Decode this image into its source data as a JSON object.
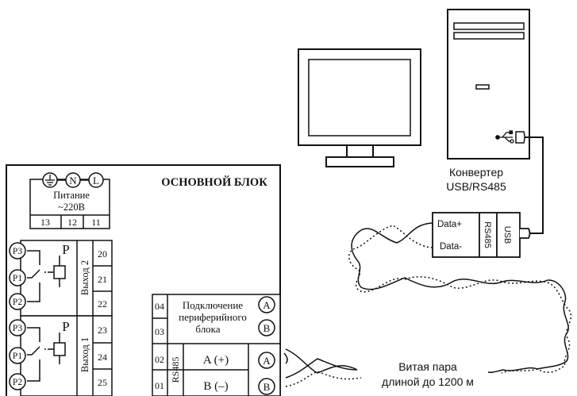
{
  "main_block": {
    "title": "ОСНОВНОЙ БЛОК",
    "power": {
      "terminal_n": "N",
      "terminal_l": "L",
      "label_line1": "Питание",
      "label_line2": "~220В",
      "pins": [
        "13",
        "12",
        "11"
      ]
    },
    "output2": {
      "label": "Выход 2",
      "relay": "P",
      "contacts": [
        "P3",
        "P1",
        "P2"
      ],
      "pins": [
        "20",
        "21",
        "22"
      ]
    },
    "output1": {
      "label": "Выход 1",
      "relay": "P",
      "contacts": [
        "P3",
        "P1",
        "P2"
      ],
      "pins": [
        "23",
        "24",
        "25"
      ]
    },
    "peripheral": {
      "label_line1": "Подключение",
      "label_line2": "периферийного",
      "label_line3": "блока",
      "pins": [
        "04",
        "03"
      ],
      "terminals": [
        "A",
        "B"
      ]
    },
    "rs485": {
      "label": "RS485",
      "pins": [
        "02",
        "01"
      ],
      "signals": [
        "A (+)",
        "B (–)"
      ],
      "terminals": [
        "A",
        "B"
      ]
    }
  },
  "converter": {
    "caption_line1": "Конвертер",
    "caption_line2": "USB/RS485",
    "data_plus": "Data+",
    "data_minus": "Data-",
    "port_rs485": "RS485",
    "port_usb": "USB"
  },
  "cable": {
    "label_line1": "Витая пара",
    "label_line2": "длиной до 1200 м"
  },
  "computer": {
    "usb_icon": "usb-icon"
  }
}
